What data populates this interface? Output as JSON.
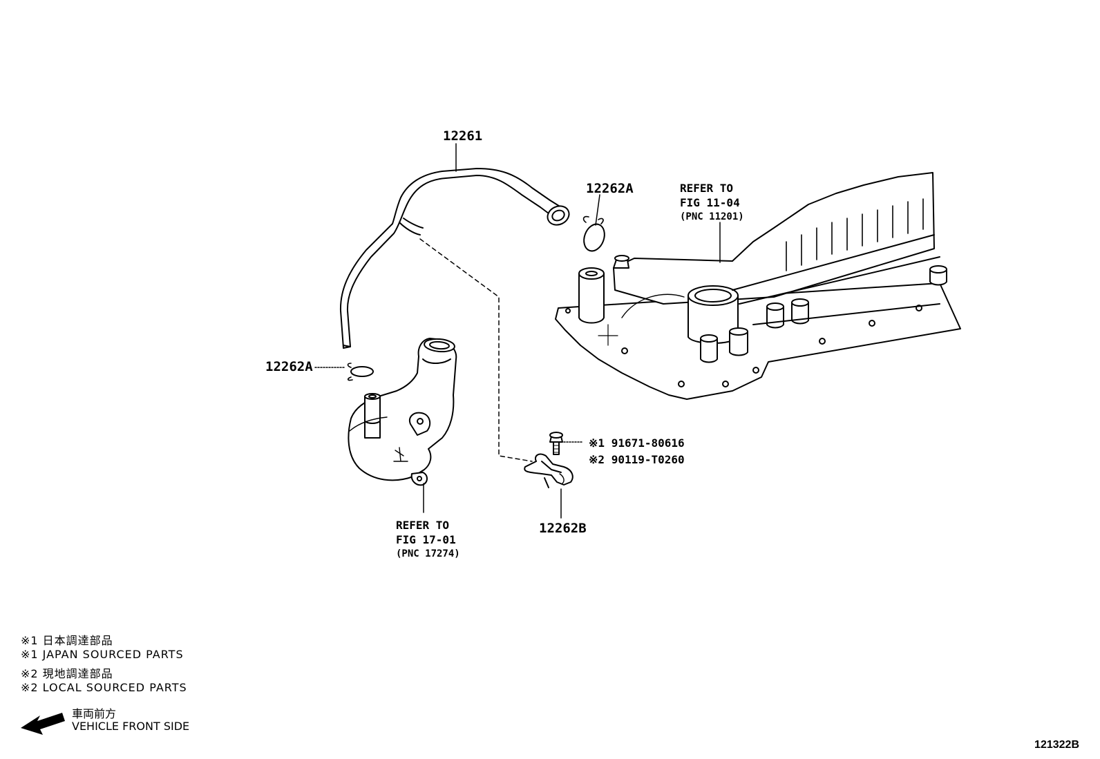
{
  "parts": {
    "hose": "12261",
    "clip_upper": "12262A",
    "clip_lower": "12262A",
    "bracket": "12262B"
  },
  "refs": {
    "head_cover": {
      "line1": "REFER TO",
      "line2": "FIG 11-04",
      "line3": "(PNC 11201)"
    },
    "water_outlet": {
      "line1": "REFER TO",
      "line2": "FIG 17-01",
      "line3": "(PNC 17274)"
    }
  },
  "bolts": {
    "bolt1": {
      "mark": "※1",
      "number": "91671-80616"
    },
    "bolt2": {
      "mark": "※2",
      "number": "90119-T0260"
    }
  },
  "legend": [
    "※1 日本調達部品",
    "※1 JAPAN SOURCED PARTS",
    "※2 現地調達部品",
    "※2 LOCAL SOURCED PARTS"
  ],
  "front": {
    "jp": "車両前方",
    "en": "VEHICLE FRONT SIDE"
  },
  "illustration_id": "121322B"
}
